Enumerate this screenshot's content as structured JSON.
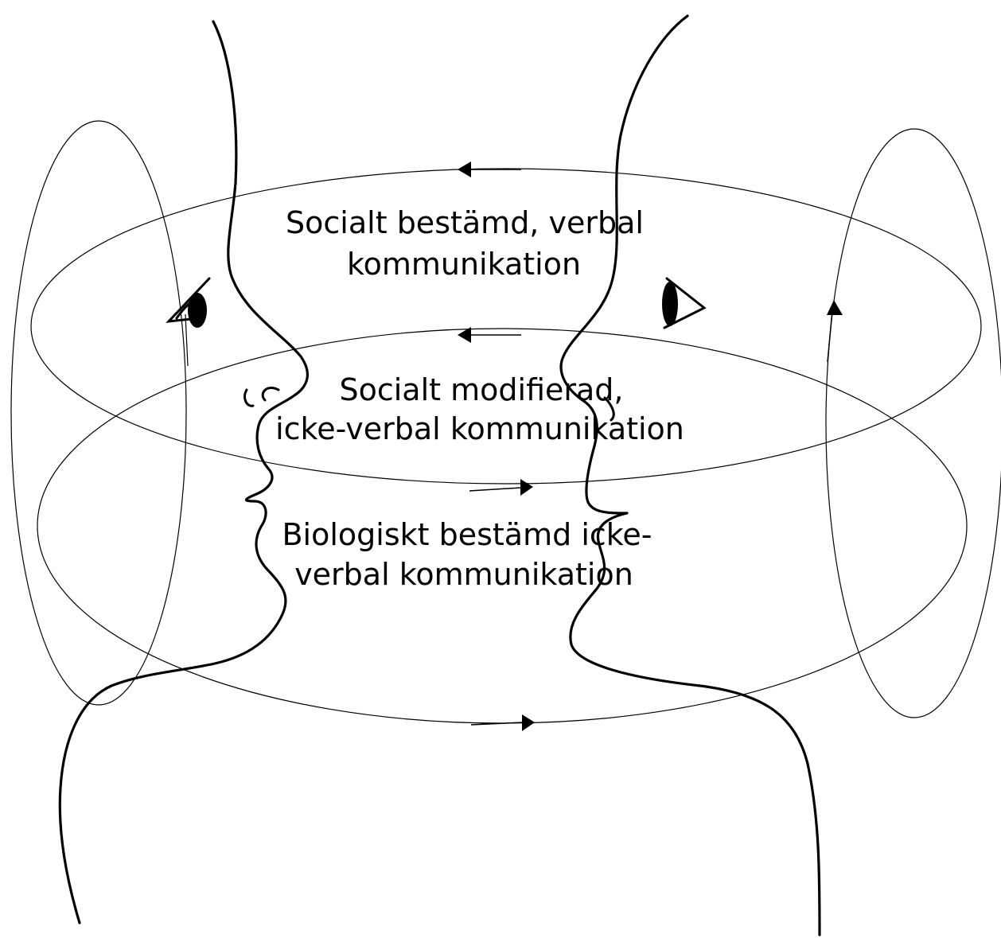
{
  "diagram": {
    "levels": [
      {
        "line1": "Socialt bestämd, verbal",
        "line2": "kommunikation"
      },
      {
        "line1": "Socialt modifierad,",
        "line2": "icke-verbal kommunikation"
      },
      {
        "line1": "Biologiskt bestämd icke-",
        "line2": "verbal kommunikation"
      }
    ]
  }
}
